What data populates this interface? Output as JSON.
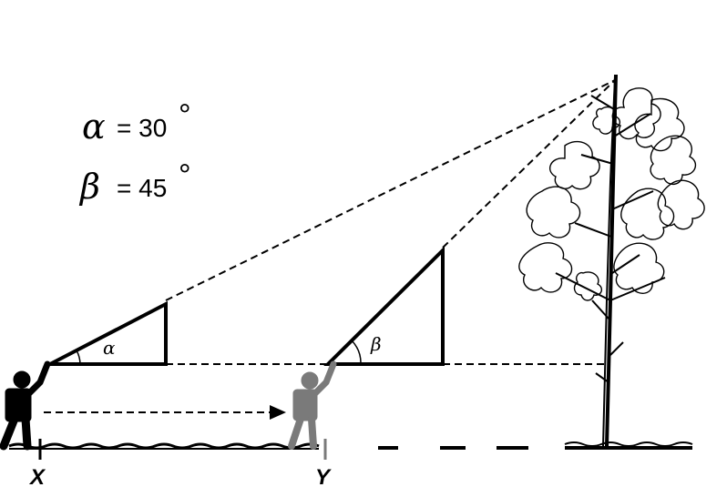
{
  "annotations": {
    "alpha": {
      "symbol": "α",
      "equals": "= 30",
      "degree": "°"
    },
    "beta": {
      "symbol": "β",
      "equals": "= 45",
      "degree": "°"
    }
  },
  "angle_labels": {
    "alpha": "α",
    "beta": "β"
  },
  "points": {
    "x": "X",
    "y": "Y"
  },
  "colors": {
    "ink": "#000000",
    "person_far": "#000000",
    "person_near": "#7a7a7a"
  },
  "icons": [
    "person-observer-icon",
    "person-observer-gray-icon",
    "tree-icon"
  ]
}
